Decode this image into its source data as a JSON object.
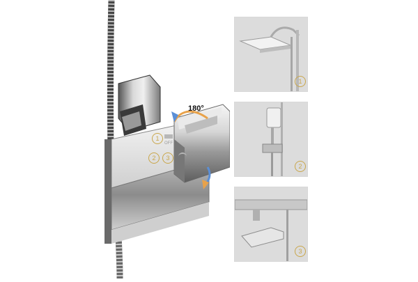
{
  "rotation": {
    "label": "180°"
  },
  "faucet_labels": {
    "marker_1": "1",
    "marker_2": "2",
    "marker_3": "3",
    "off": "OFF"
  },
  "panels": [
    {
      "id": "overhead-rain-shower",
      "number": "1"
    },
    {
      "id": "hand-shower",
      "number": "2"
    },
    {
      "id": "tub-spout",
      "number": "3"
    }
  ],
  "colors": {
    "marker_gold": "#c9a64a",
    "arrow_orange": "#e8a24a",
    "arrow_blue": "#5b8fd6",
    "panel_bg": "#dcdcdc"
  }
}
